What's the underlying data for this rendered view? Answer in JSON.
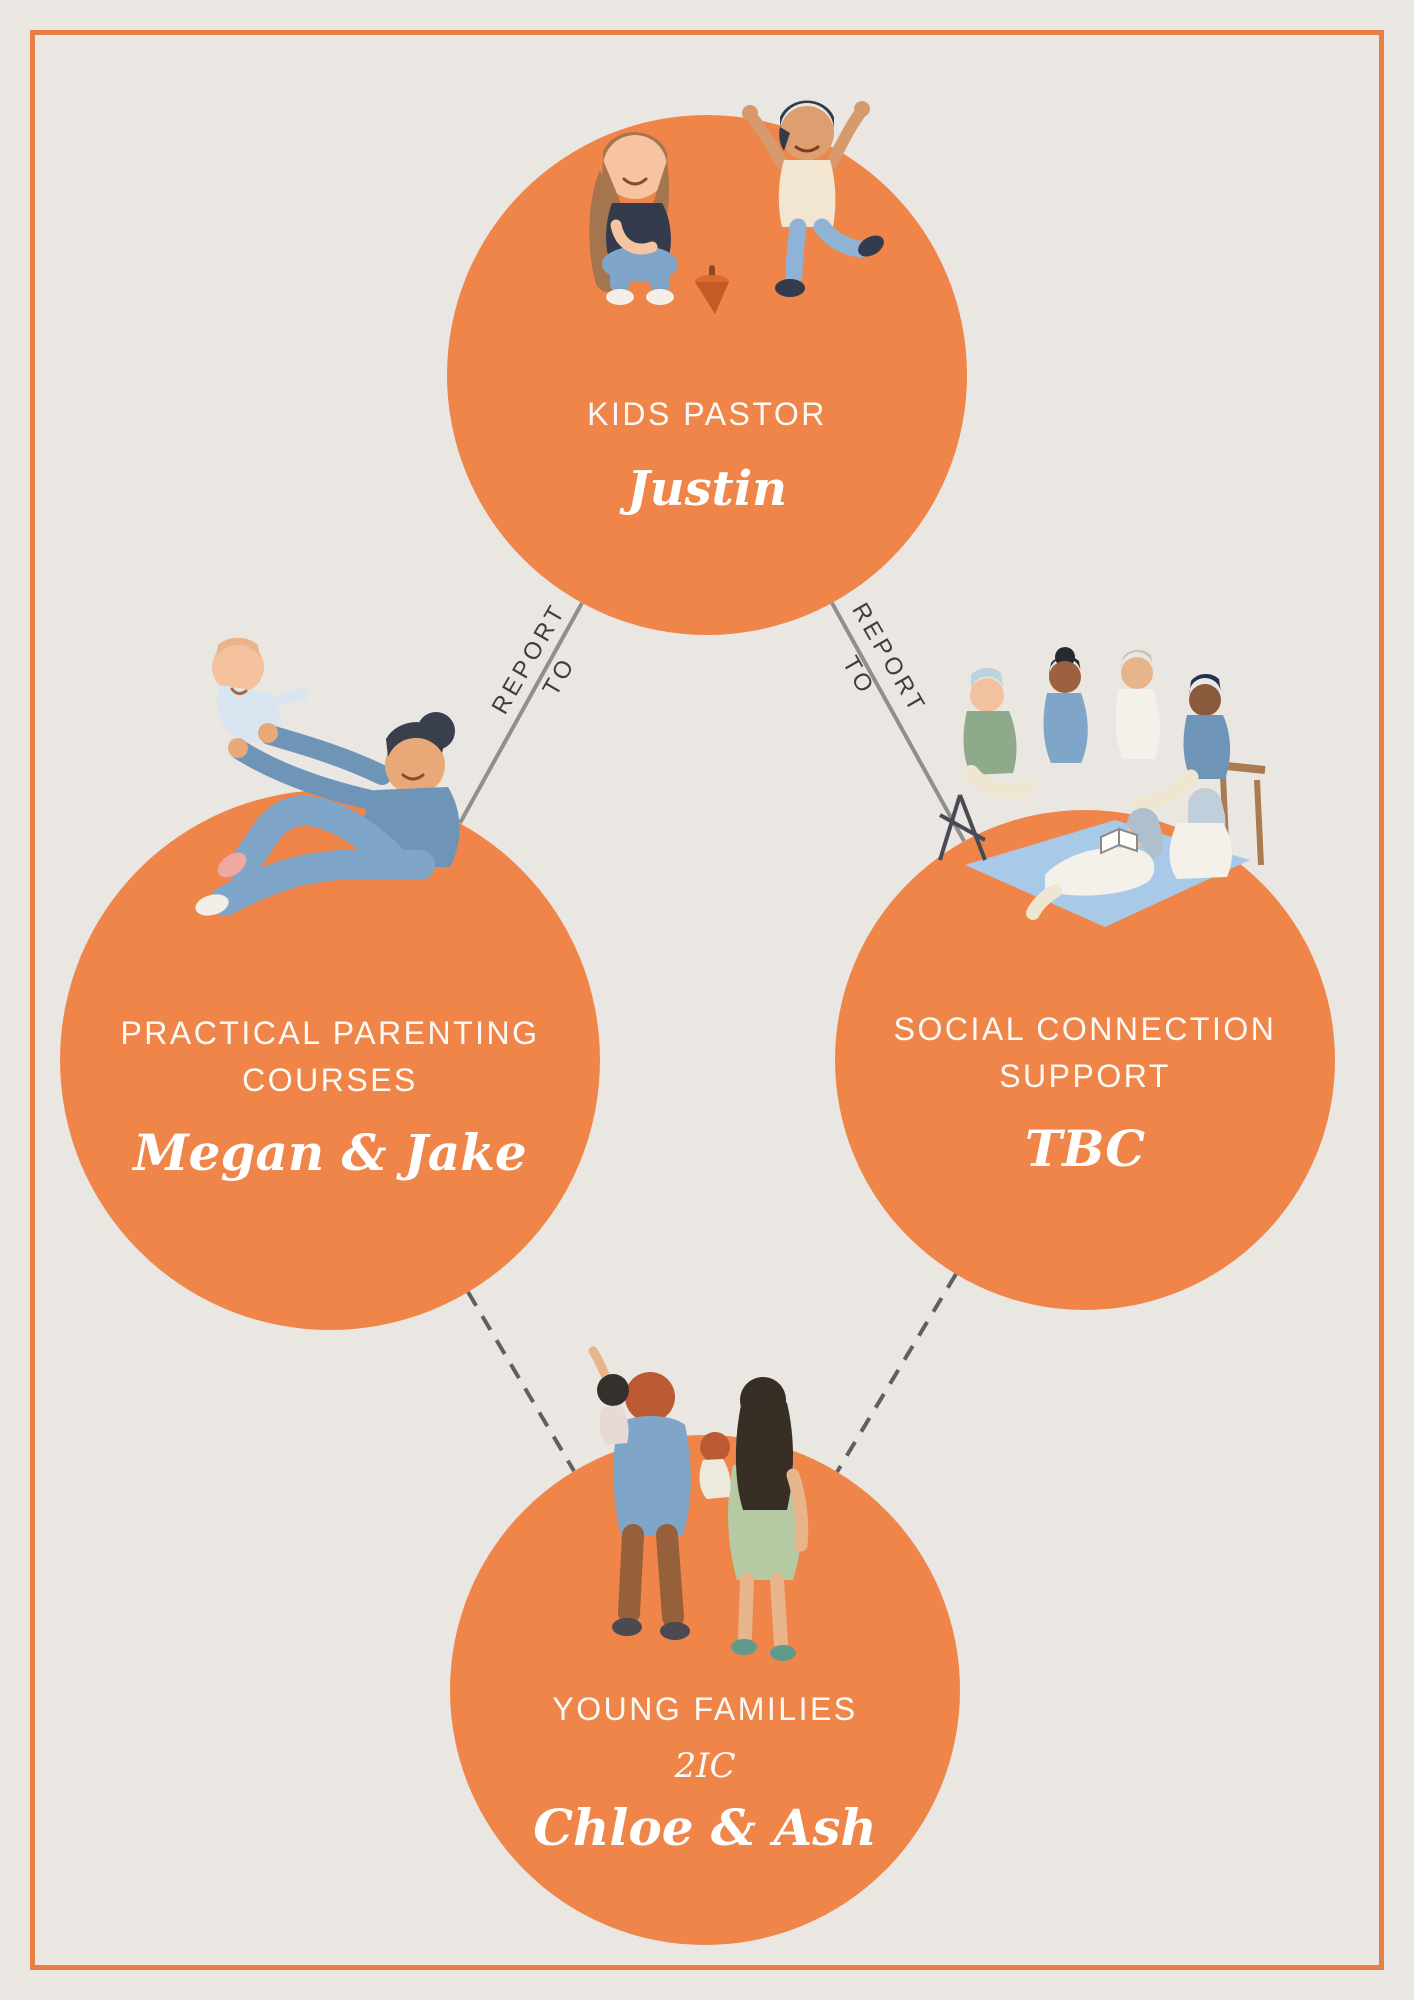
{
  "palette": {
    "bg": "#EAE6E2",
    "orange": "#EF8549",
    "frame": "#E87D45",
    "line-solid": "#8F8F8F",
    "line-dashed": "#606060",
    "edge-label-text": "#3D3D3D",
    "text-on-orange": "#FCFAF7"
  },
  "chart": {
    "type": "org-chart",
    "nodes": [
      {
        "id": "kids-pastor",
        "role": "KIDS PASTOR",
        "name": "Justin",
        "illustration": "children-playing-with-spinning-top"
      },
      {
        "id": "practical-parenting-courses",
        "role": "PRACTICAL PARENTING COURSES",
        "name": "Megan & Jake",
        "illustration": "parent-playing-with-baby"
      },
      {
        "id": "social-connection-support",
        "role": "SOCIAL CONNECTION SUPPORT",
        "name": "TBC",
        "illustration": "group-sitting-in-circle"
      },
      {
        "id": "young-families",
        "role": "YOUNG FAMILIES",
        "subtitle": "2IC",
        "name": "Chloe & Ash",
        "illustration": "family-walking-rear-view"
      }
    ],
    "edges": [
      {
        "from": "practical-parenting-courses",
        "to": "kids-pastor",
        "label": "REPORT TO",
        "style": "solid"
      },
      {
        "from": "social-connection-support",
        "to": "kids-pastor",
        "label": "REPORT TO",
        "style": "solid"
      },
      {
        "from": "practical-parenting-courses",
        "to": "young-families",
        "label": "",
        "style": "dashed"
      },
      {
        "from": "social-connection-support",
        "to": "young-families",
        "label": "",
        "style": "dashed"
      }
    ]
  }
}
